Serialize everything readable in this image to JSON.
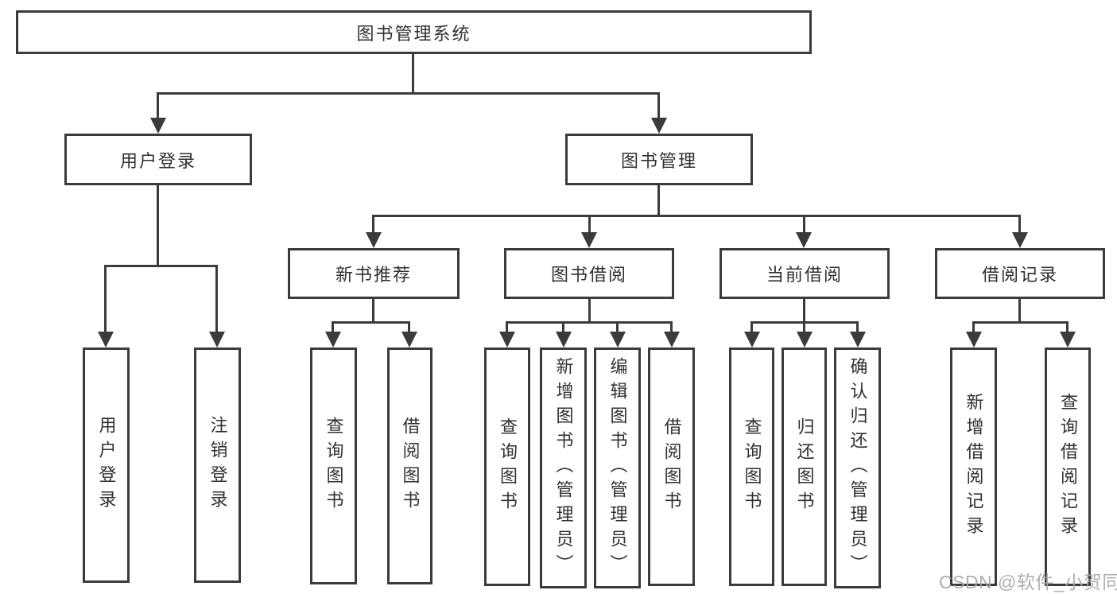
{
  "tree": {
    "root": "图书管理系统",
    "user_login": "用户登录",
    "book_management": "图书管理",
    "new_book_recommend": "新书推荐",
    "book_borrow": "图书借阅",
    "current_borrow": "当前借阅",
    "borrow_records": "借阅记录",
    "leaf_user_login": "用户登录",
    "leaf_logout": "注销登录",
    "leaf_nb_query": "查询图书",
    "leaf_nb_borrow": "借阅图书",
    "leaf_bb_query": "查询图书",
    "leaf_bb_add": "新增图书（管理员）",
    "leaf_bb_edit": "编辑图书（管理员）",
    "leaf_bb_borrow": "借阅图书",
    "leaf_cb_query": "查询图书",
    "leaf_cb_return": "归还图书",
    "leaf_cb_confirm": "确认归还（管理员）",
    "leaf_br_add": "新增借阅记录",
    "leaf_br_query": "查询借阅记录"
  },
  "watermark": "CSDN @软件_小贺同学",
  "colors": {
    "line": "#3b3b3b",
    "text": "#303030",
    "watermark": "#a8a8a8",
    "background": "#ffffff"
  }
}
